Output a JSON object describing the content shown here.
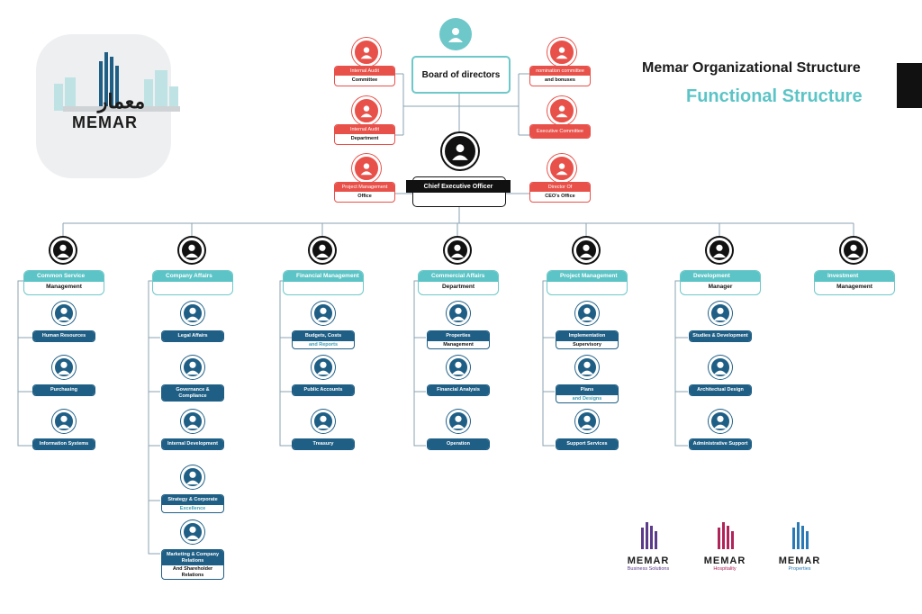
{
  "header": {
    "title": "Memar Organizational Structure",
    "subtitle": "Functional Structure"
  },
  "logo": {
    "word": "MEMAR"
  },
  "board": {
    "label": "Board of directors"
  },
  "ceo": {
    "label": "Chief Executive Officer"
  },
  "left_committees": [
    {
      "top": "Internal Audit",
      "bottom": "Committee"
    },
    {
      "top": "Internal Audit",
      "bottom": "Department"
    },
    {
      "top": "Project Management",
      "bottom": "Office"
    }
  ],
  "right_committees": [
    {
      "top": "nomination committee",
      "bottom": "and bonuses"
    },
    {
      "top": "Executive Committee",
      "bottom": ""
    },
    {
      "top": "Director Of",
      "bottom": "CEO's Office"
    }
  ],
  "departments": [
    {
      "top": "Common Service",
      "bottom": "Management",
      "subs": [
        {
          "l1": "Human Resources",
          "l2": ""
        },
        {
          "l1": "Purchasing",
          "l2": ""
        },
        {
          "l1": "Information Systems",
          "l2": ""
        }
      ]
    },
    {
      "top": "Company Affairs",
      "bottom": "",
      "subs": [
        {
          "l1": "Legal Affairs",
          "l2": ""
        },
        {
          "l1": "Governance & Compliance",
          "l2": ""
        },
        {
          "l1": "Internal Development",
          "l2": ""
        },
        {
          "l1": "Strategy & Corporate",
          "l2": "Excellence"
        },
        {
          "l1": "Marketing & Company Relations",
          "l2": "And Shareholder Relations"
        }
      ]
    },
    {
      "top": "Financial Management",
      "bottom": "",
      "subs": [
        {
          "l1": "Budgets, Costs",
          "l2": "and Reports"
        },
        {
          "l1": "Public Accounts",
          "l2": ""
        },
        {
          "l1": "Treasury",
          "l2": ""
        }
      ]
    },
    {
      "top": "Commercial Affairs",
      "bottom": "Department",
      "subs": [
        {
          "l1": "Properties",
          "l2": "Management"
        },
        {
          "l1": "Financial Analysis",
          "l2": ""
        },
        {
          "l1": "Operation",
          "l2": ""
        }
      ]
    },
    {
      "top": "Project Management",
      "bottom": "",
      "subs": [
        {
          "l1": "Implementation",
          "l2": "Supervisory"
        },
        {
          "l1": "Plans",
          "l2": "and Designs"
        },
        {
          "l1": "Support Services",
          "l2": ""
        }
      ]
    },
    {
      "top": "Development",
      "bottom": "Manager",
      "subs": [
        {
          "l1": "Studies & Development",
          "l2": ""
        },
        {
          "l1": "Architectual Design",
          "l2": ""
        },
        {
          "l1": "Administrative Support",
          "l2": ""
        }
      ]
    },
    {
      "top": "Investment",
      "bottom": "Management",
      "subs": []
    }
  ],
  "brands": [
    {
      "word": "MEMAR",
      "sub": "Business Solutions",
      "color": "#5b3a8c"
    },
    {
      "word": "MEMAR",
      "sub": "Hospitality",
      "color": "#b0245a"
    },
    {
      "word": "MEMAR",
      "sub": "Properties",
      "color": "#2a7ab5"
    }
  ],
  "colors": {
    "teal": "#5cc4c6",
    "navy": "#1f5f85",
    "red": "#e8514a",
    "black": "#111111"
  }
}
